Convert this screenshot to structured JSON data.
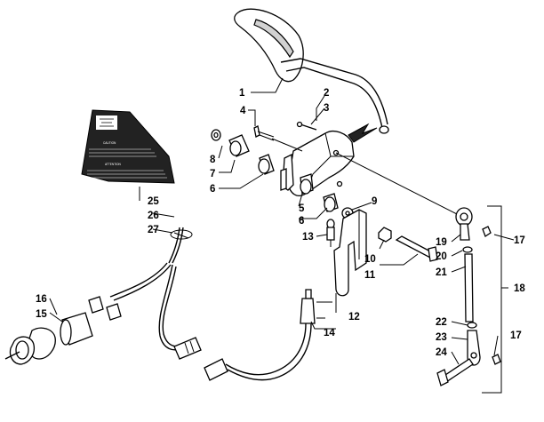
{
  "callouts": {
    "c1": "1",
    "c2": "2",
    "c3": "3",
    "c4": "4",
    "c5": "5",
    "c6a": "6",
    "c6b": "6",
    "c7": "7",
    "c8": "8",
    "c9": "9",
    "c10": "10",
    "c11": "11",
    "c12": "12",
    "c13": "13",
    "c14": "14",
    "c15": "15",
    "c16": "16",
    "c17a": "17",
    "c17b": "17",
    "c18": "18",
    "c19": "19",
    "c20": "20",
    "c21": "21",
    "c22": "22",
    "c23": "23",
    "c24": "24",
    "c25": "25",
    "c26": "26",
    "c27": "27"
  },
  "decal": {
    "caution": "CAUTION",
    "attention": "ATTENTION"
  }
}
